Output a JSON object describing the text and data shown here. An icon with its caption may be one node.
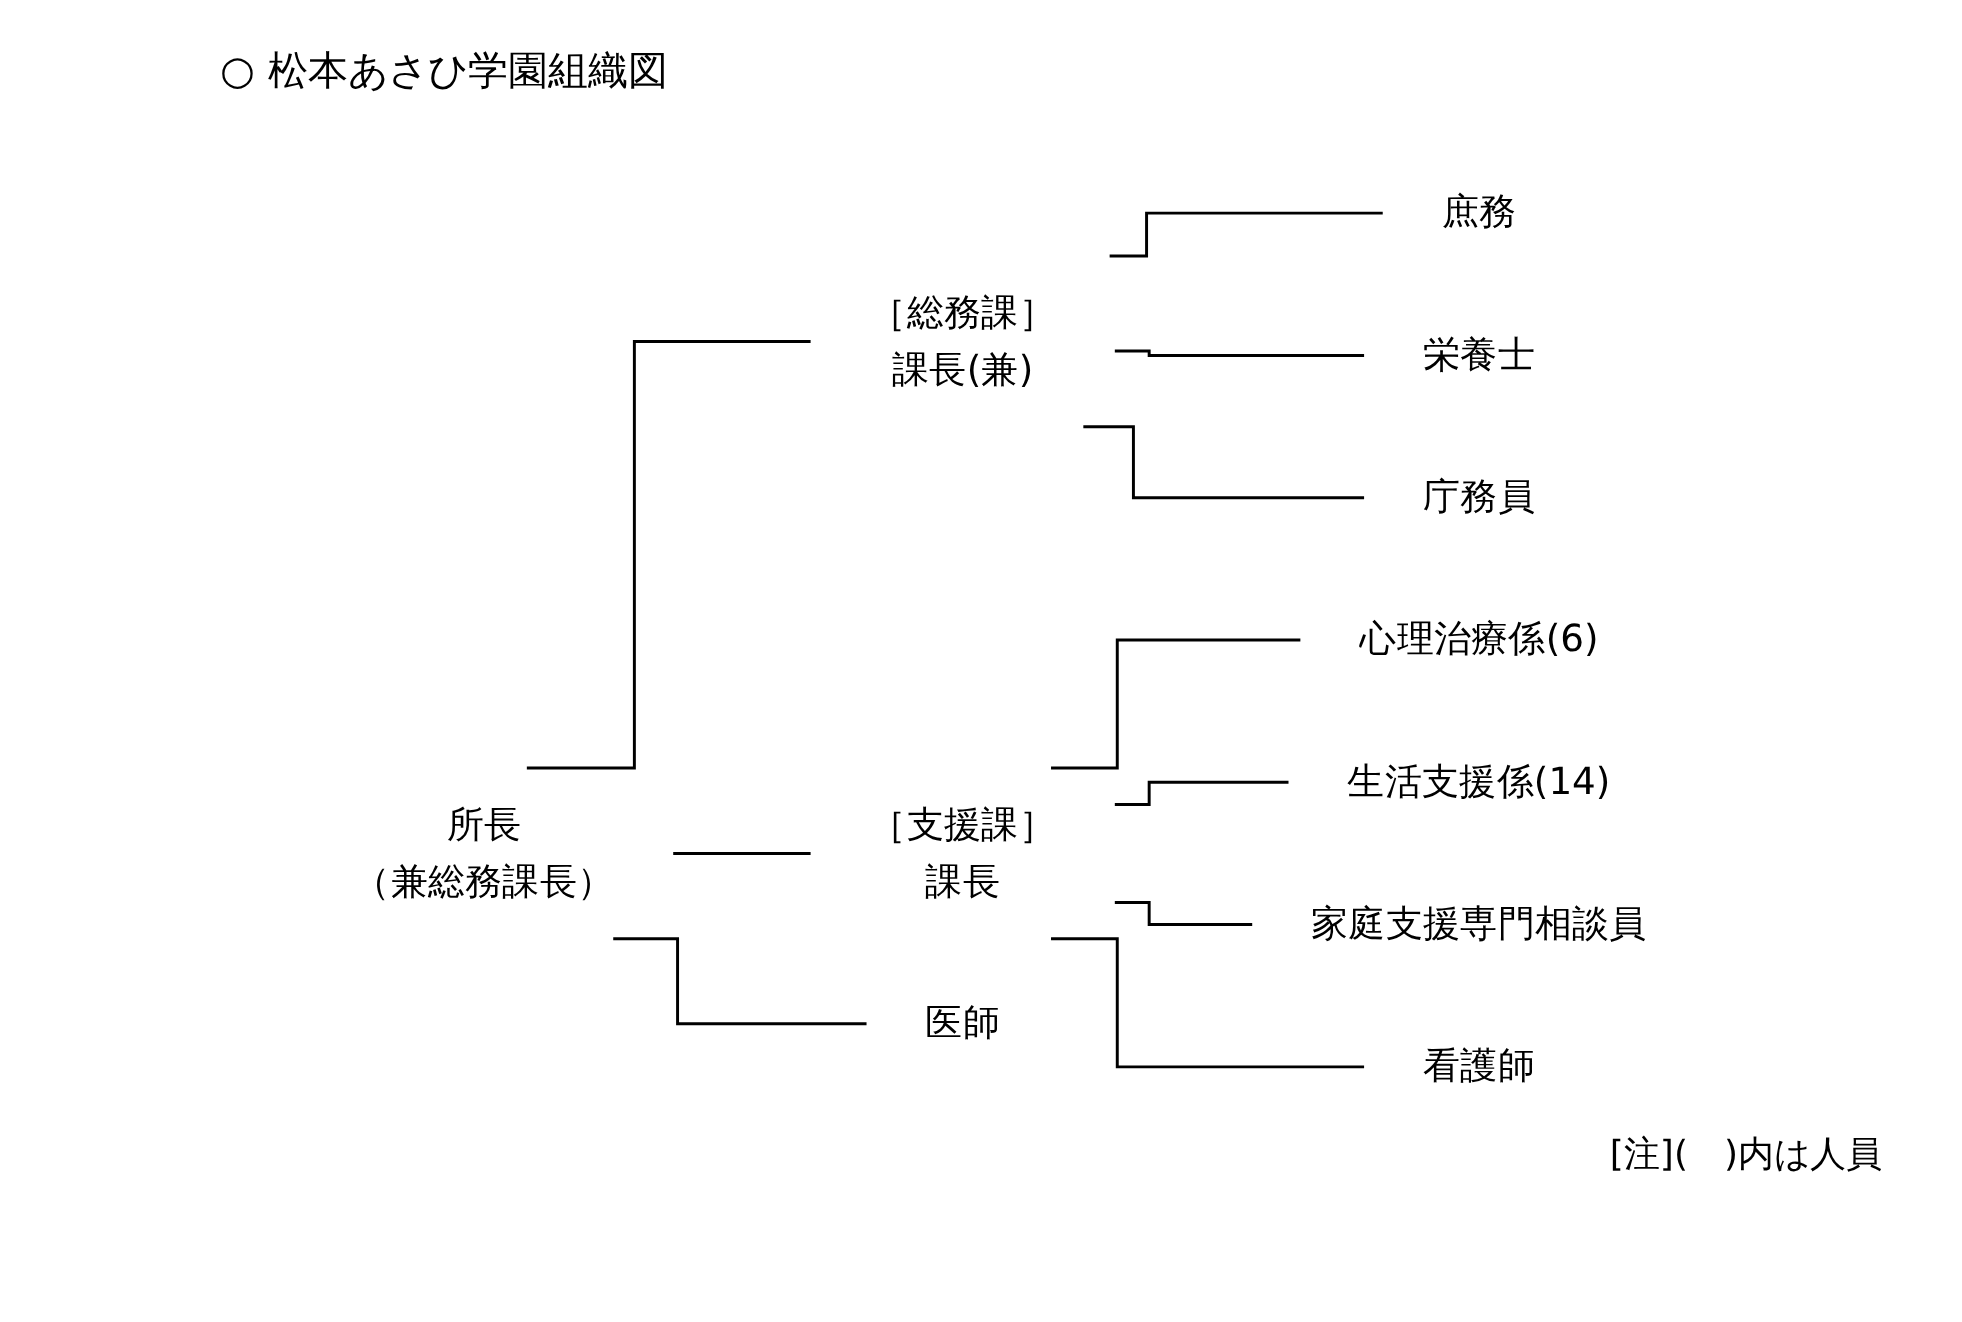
{
  "diagram": {
    "title": "○ 松本あさひ学園組織図",
    "nodes": [
      {
        "text": [
          "所長",
          "（兼総務課長）"
        ]
      },
      {
        "text": [
          "［総務課］",
          "課長(兼)"
        ]
      },
      {
        "text": [
          "庶務"
        ]
      },
      {
        "text": [
          "栄養士"
        ]
      },
      {
        "text": [
          "庁務員"
        ]
      },
      {
        "text": [
          "［支援課］",
          "課長"
        ]
      },
      {
        "text": [
          "心理治療係(6)"
        ]
      },
      {
        "text": [
          "生活支援係(14)"
        ]
      },
      {
        "text": [
          "家庭支援専門相談員"
        ]
      },
      {
        "text": [
          "看護師"
        ]
      },
      {
        "text": [
          "医師"
        ]
      }
    ],
    "edges": [
      {
        "from": 0,
        "to": 1,
        "arrow": "none"
      },
      {
        "from": 0,
        "to": 5,
        "arrow": "none"
      },
      {
        "from": 0,
        "to": 10,
        "arrow": "none"
      },
      {
        "from": 1,
        "to": 2,
        "arrow": "none"
      },
      {
        "from": 1,
        "to": 3,
        "arrow": "none"
      },
      {
        "from": 1,
        "to": 4,
        "arrow": "none"
      },
      {
        "from": 5,
        "to": 6,
        "arrow": "none"
      },
      {
        "from": 5,
        "to": 7,
        "arrow": "none"
      },
      {
        "from": 5,
        "to": 8,
        "arrow": "none"
      },
      {
        "from": 5,
        "to": 9,
        "arrow": "none"
      }
    ],
    "labels": [
      "[注](　)内は人員"
    ]
  }
}
